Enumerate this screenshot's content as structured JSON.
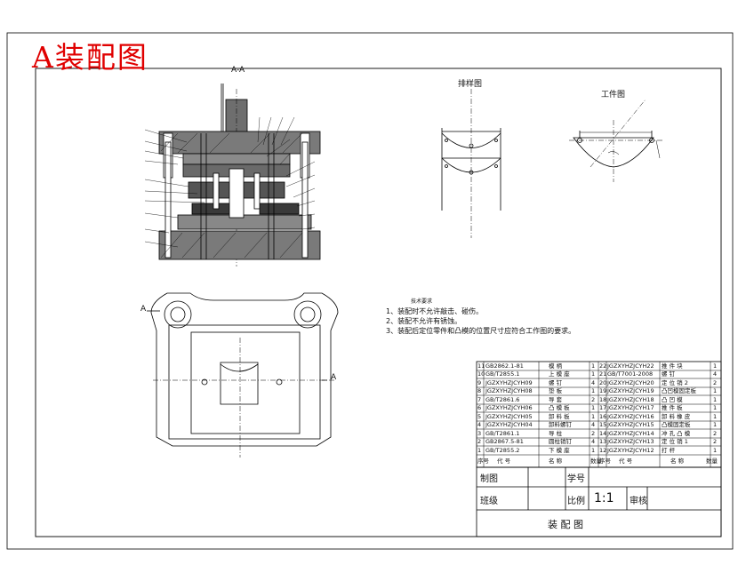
{
  "drawing": {
    "title": "A装配图",
    "section_label": "A-A",
    "views": {
      "layout": "排样图",
      "part": "工件图"
    },
    "cut_marks": {
      "left": "A",
      "right": "A"
    }
  },
  "notes": {
    "heading": "技术要求",
    "items": [
      "1、装配时不允许敲击、碰伤。",
      "2、装配不允许有锈蚀。",
      "3、装配后定位零件和凸模的位置尺寸应符合工作图的要求。"
    ]
  },
  "bom": {
    "left_rows": [
      {
        "no": "11",
        "code": "GB2862.1-81",
        "name": "模 柄",
        "qty": "1"
      },
      {
        "no": "10",
        "code": "GB/T2855.1",
        "name": "上 模 座",
        "qty": "1"
      },
      {
        "no": "9",
        "code": "JGZXYHZJCYH09",
        "name": "螺 钉",
        "qty": "4"
      },
      {
        "no": "8",
        "code": "JGZXYHZJCYH08",
        "name": "垫 板",
        "qty": "1"
      },
      {
        "no": "7",
        "code": "GB/T2861.6",
        "name": "导 套",
        "qty": "2"
      },
      {
        "no": "6",
        "code": "JGZXYHZJCYH06",
        "name": "凸 模 板",
        "qty": "1"
      },
      {
        "no": "5",
        "code": "JGZXYHZJCYH05",
        "name": "卸 料 板",
        "qty": "1"
      },
      {
        "no": "4",
        "code": "JGZXYHZJCYH04",
        "name": "卸料螺钉",
        "qty": "4"
      },
      {
        "no": "3",
        "code": "GB/T2861.1",
        "name": "导 柱",
        "qty": "2"
      },
      {
        "no": "2",
        "code": "GB2867.5-81",
        "name": "圆柱销钉",
        "qty": "4"
      },
      {
        "no": "1",
        "code": "GB/T2855.2",
        "name": "下 模 座",
        "qty": "1"
      }
    ],
    "right_rows": [
      {
        "no": "22",
        "code": "JGZXYHZJCYH22",
        "name": "推 件 块",
        "qty": "1"
      },
      {
        "no": "21",
        "code": "GB/T7001-2008",
        "name": "螺 钉",
        "qty": "4"
      },
      {
        "no": "20",
        "code": "JGZXYHZJCYH20",
        "name": "定 位 销 2",
        "qty": "2"
      },
      {
        "no": "19",
        "code": "JGZXYHZJCYH19",
        "name": "凸凹模固定板",
        "qty": "1"
      },
      {
        "no": "18",
        "code": "JGZXYHZJCYH18",
        "name": "凸 凹 模",
        "qty": "1"
      },
      {
        "no": "17",
        "code": "JGZXYHZJCYH17",
        "name": "推 件 板",
        "qty": "1"
      },
      {
        "no": "16",
        "code": "JGZXYHZJCYH16",
        "name": "卸 料 橡 皮",
        "qty": "1"
      },
      {
        "no": "15",
        "code": "JGZXYHZJCYH15",
        "name": "凸模固定板",
        "qty": "1"
      },
      {
        "no": "14",
        "code": "JGZXYHZJCYH14",
        "name": "冲 孔 凸 模",
        "qty": "2"
      },
      {
        "no": "13",
        "code": "JGZXYHZJCYH13",
        "name": "定 位 销 1",
        "qty": "2"
      },
      {
        "no": "12",
        "code": "JGZXYHZJCYH12",
        "name": "打 杆",
        "qty": "1"
      }
    ],
    "header": {
      "seq": "序号",
      "code": "代 号",
      "name": "名 称",
      "qty": "数量"
    }
  },
  "title_block": {
    "drawn_by": "制图",
    "student_no": "学号",
    "class": "班级",
    "scale_label": "比例",
    "scale_value": "1:1",
    "reviewed_by": "审核",
    "drawing_name": "装  配  图"
  }
}
